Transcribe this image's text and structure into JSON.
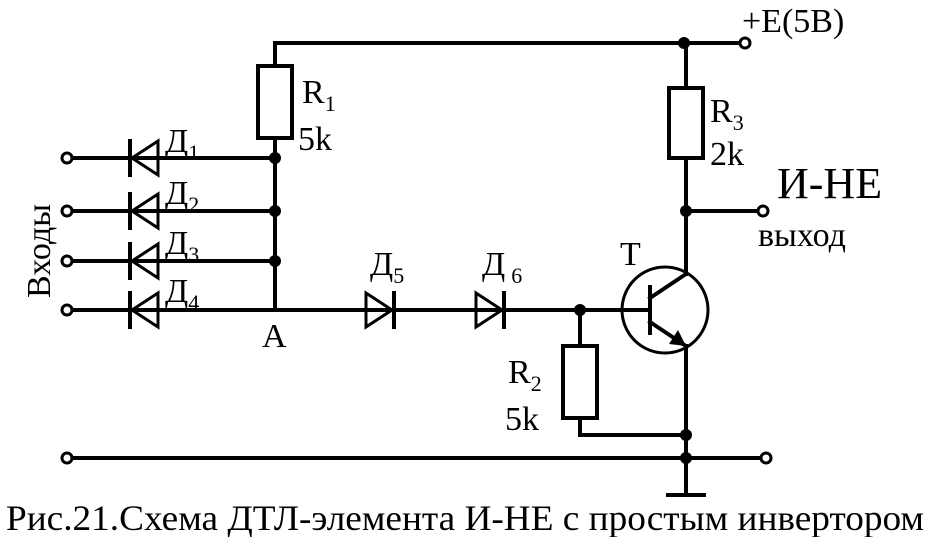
{
  "supply": {
    "label": "+E(5В)"
  },
  "resistors": {
    "r1": {
      "name": "R",
      "index": "1",
      "value": "5k"
    },
    "r2": {
      "name": "R",
      "index": "2",
      "value": "5k"
    },
    "r3": {
      "name": "R",
      "index": "3",
      "value": "2k"
    }
  },
  "diodes": {
    "d1": {
      "name": "Д",
      "index": "1"
    },
    "d2": {
      "name": "Д",
      "index": "2"
    },
    "d3": {
      "name": "Д",
      "index": "3"
    },
    "d4": {
      "name": "Д",
      "index": "4"
    },
    "d5": {
      "name": "Д",
      "index": "5"
    },
    "d6": {
      "name": "Д",
      "index": "6"
    }
  },
  "transistor": {
    "label": "Т"
  },
  "node_a": {
    "label": "А"
  },
  "inputs": {
    "label": "Входы"
  },
  "output": {
    "function": "И-НЕ",
    "label": "выход"
  },
  "caption": "Рис.21.Схема ДТЛ-элемента И-НЕ с простым инвертором"
}
